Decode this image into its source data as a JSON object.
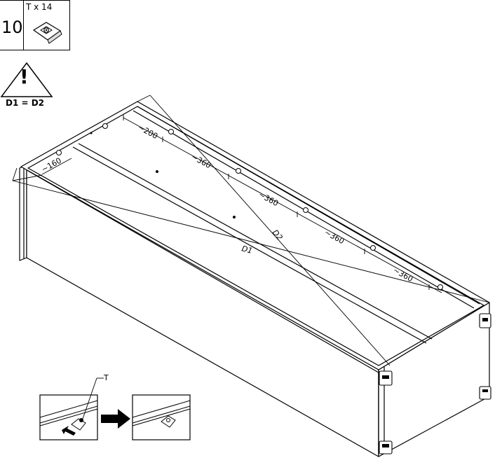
{
  "step": {
    "number": "10",
    "hardware_count": "T x 14"
  },
  "warning": {
    "symbol": "!",
    "text": "D1 = D2"
  },
  "dimensions": {
    "d200": "~200",
    "d160": "~160",
    "d360a": "~360",
    "d360b": "~360",
    "d360c": "~360",
    "d360d": "~360",
    "diag1": "D1",
    "diag2": "D2"
  },
  "detail": {
    "label": "T"
  },
  "icons": [
    "corner-bracket-icon",
    "warning-triangle-icon",
    "arrow-right-icon",
    "arrow-pointer-icon"
  ]
}
